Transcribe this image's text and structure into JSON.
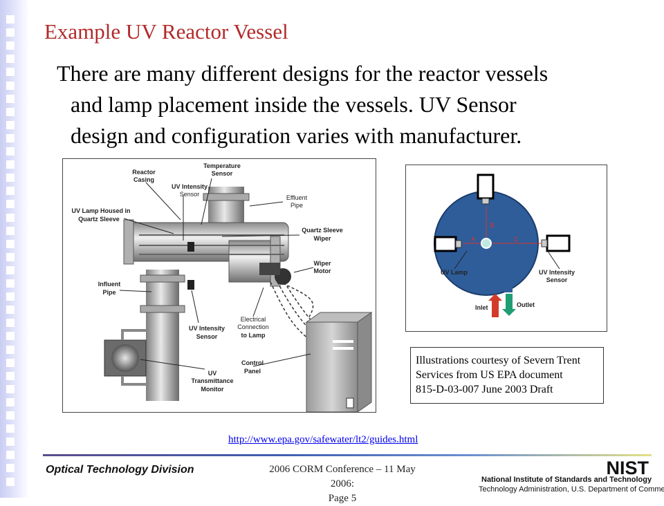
{
  "slide": {
    "title": "Example UV Reactor Vessel",
    "body_line1": "There are many different designs for the reactor vessels",
    "body_line2": "and lamp placement inside the vessels. UV Sensor",
    "body_line3": "design and configuration varies with manufacturer.",
    "credit_line1": "Illustrations courtesy of Severn Trent",
    "credit_line2": "Services from US EPA document",
    "credit_line3": "815-D-03-007 June 2003 Draft",
    "link": "http://www.epa.gov/safewater/lt2/guides.html"
  },
  "left_figure": {
    "labels": {
      "reactor_casing_1": "Reactor",
      "reactor_casing_2": "Casing",
      "temp_sensor_1": "Temperature",
      "temp_sensor_2": "Sensor",
      "uv_intensity_top_1": "UV Intensity",
      "uv_intensity_top_2": "Sensor",
      "effluent_1": "Effluent",
      "effluent_2": "Pipe",
      "lamp_housed_1": "UV Lamp Housed in",
      "lamp_housed_2": "Quartz Sleeve",
      "quartz_wiper_1": "Quartz Sleeve",
      "quartz_wiper_2": "Wiper",
      "wiper_motor_1": "Wiper",
      "wiper_motor_2": "Motor",
      "influent_1": "Influent",
      "influent_2": "Pipe",
      "electrical_1": "Electrical",
      "electrical_2": "Connection",
      "electrical_3": "to Lamp",
      "uv_intensity_bottom_1": "UV Intensity",
      "uv_intensity_bottom_2": "Sensor",
      "control_panel_1": "Control",
      "control_panel_2": "Panel",
      "uvt_monitor_1": "UV",
      "uvt_monitor_2": "Transmittance",
      "uvt_monitor_3": "Monitor"
    }
  },
  "right_figure": {
    "labels": {
      "b": "B",
      "a": "A",
      "c": "C",
      "uv_lamp": "UV Lamp",
      "uv_sensor_1": "UV Intensity",
      "uv_sensor_2": "Sensor",
      "inlet": "Inlet",
      "outlet": "Outlet"
    },
    "colors": {
      "vessel": "#2e5d9a",
      "inlet": "#d43a2a",
      "outlet": "#1f9d74",
      "dims": "#e0332a"
    }
  },
  "footer": {
    "division": "Optical Technology Division",
    "conference": "2006 CORM Conference – 11 May 2006:",
    "page": "Page 5",
    "nist_logo": "NIST",
    "nist_name": "National Institute of Standards and Technology",
    "nist_sub": "Technology Administration, U.S. Department of Commerce"
  }
}
